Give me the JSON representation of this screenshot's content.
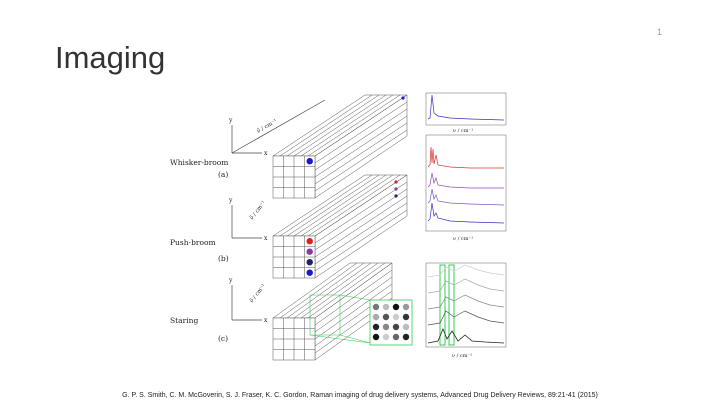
{
  "slide": {
    "number": "1",
    "title": "Imaging"
  },
  "figure": {
    "panels": [
      {
        "mode_label": "Whisker-broom",
        "panel_tag": "(a)"
      },
      {
        "mode_label": "Push-broom",
        "panel_tag": "(b)"
      },
      {
        "mode_label": "Staring",
        "panel_tag": "(c)"
      }
    ],
    "axis_y": "y",
    "axis_x": "x",
    "axis_nu_tilde": "ν̃ / cm⁻¹",
    "spectrum_xlabel": "ν / cm⁻¹",
    "colors": {
      "blue": "#1a1acc",
      "red": "#dd2222",
      "purple": "#8a3aa8",
      "navy": "#222266",
      "green": "#33cc55",
      "line": "#666666"
    }
  },
  "citation": "G. P. S. Smith, C. M. McGoverin, S. J. Fraser, K. C. Gordon, Raman imaging of drug delivery systems, Advanced Drug Delivery Reviews, 89:21-41 (2015)"
}
